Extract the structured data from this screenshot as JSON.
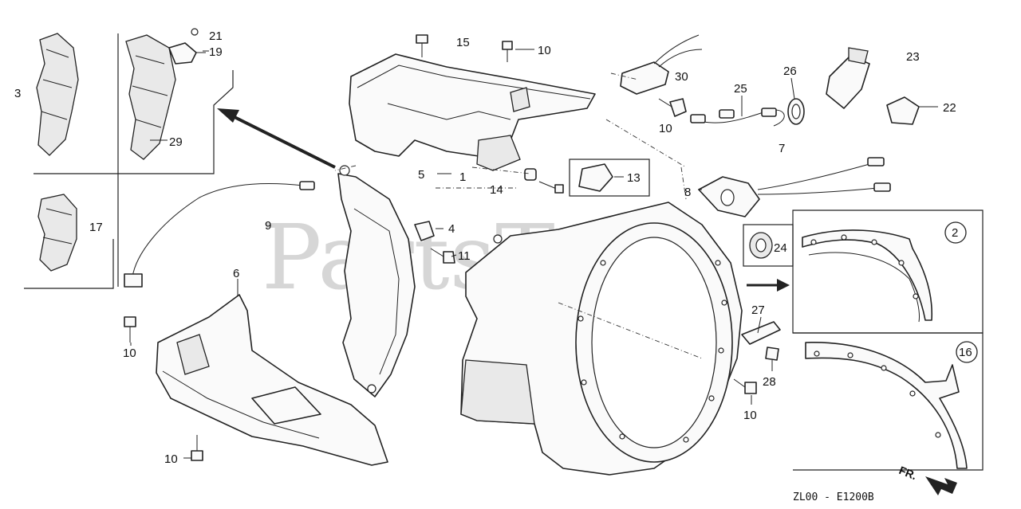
{
  "watermark": "PartsTree",
  "diagram_code": "ZL00 - E1200B",
  "front_indicator": "FR.",
  "callouts": {
    "c1": "1",
    "c2": "2",
    "c3": "3",
    "c4": "4",
    "c5": "5",
    "c6": "6",
    "c7": "7",
    "c8": "8",
    "c9": "9",
    "c10a": "10",
    "c10b": "10",
    "c10c": "10",
    "c10d": "10",
    "c10e": "10",
    "c11": "11",
    "c13": "13",
    "c14": "14",
    "c15": "15",
    "c16": "16",
    "c17": "17",
    "c19": "19",
    "c21": "21",
    "c22": "22",
    "c23": "23",
    "c24": "24",
    "c25": "25",
    "c26": "26",
    "c27": "27",
    "c28": "28",
    "c29": "29",
    "c30": "30"
  }
}
